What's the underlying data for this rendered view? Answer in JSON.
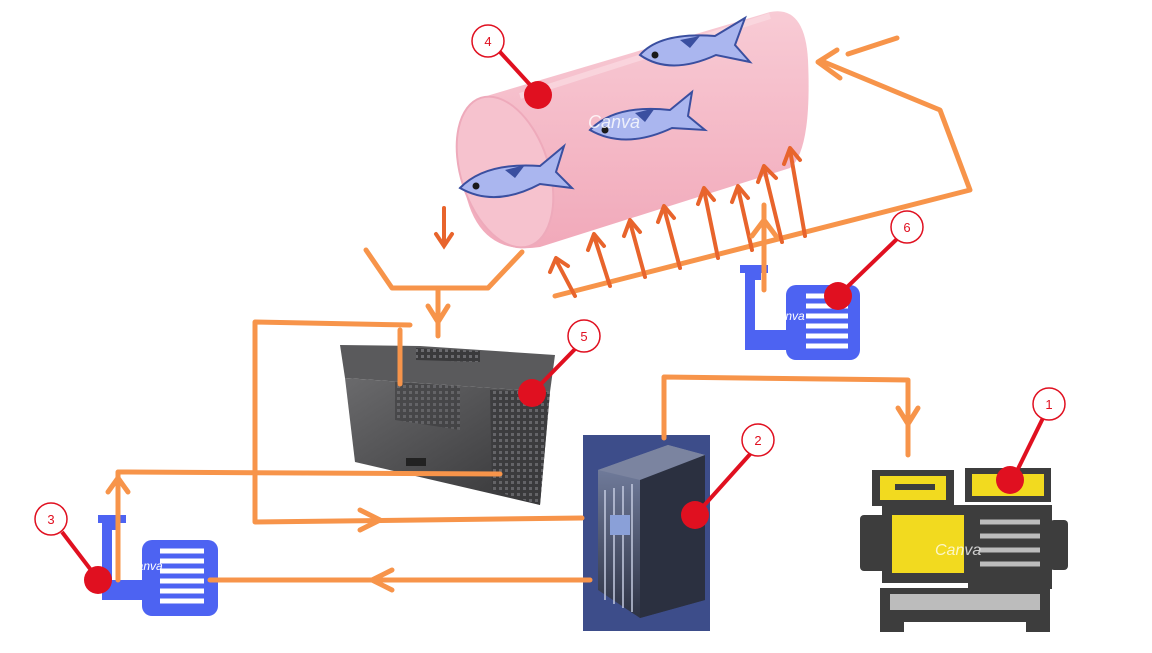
{
  "diagram": {
    "callouts": [
      {
        "id": "1",
        "label": "1"
      },
      {
        "id": "2",
        "label": "2"
      },
      {
        "id": "3",
        "label": "3"
      },
      {
        "id": "4",
        "label": "4"
      },
      {
        "id": "5",
        "label": "5"
      },
      {
        "id": "6",
        "label": "6"
      }
    ],
    "watermark": "Canva",
    "colors": {
      "pipe": "#f7944a",
      "air": "#e8642c",
      "marker": "#e01020",
      "tank": "#f4b9c6",
      "pump": "#4d63f2",
      "fish": "#aab6ef",
      "compressor_yellow": "#f2da1f",
      "compressor_dark": "#3d3d3d",
      "filter_dark": "#3a3f4c",
      "unit_dark": "#4a4a4c"
    }
  }
}
